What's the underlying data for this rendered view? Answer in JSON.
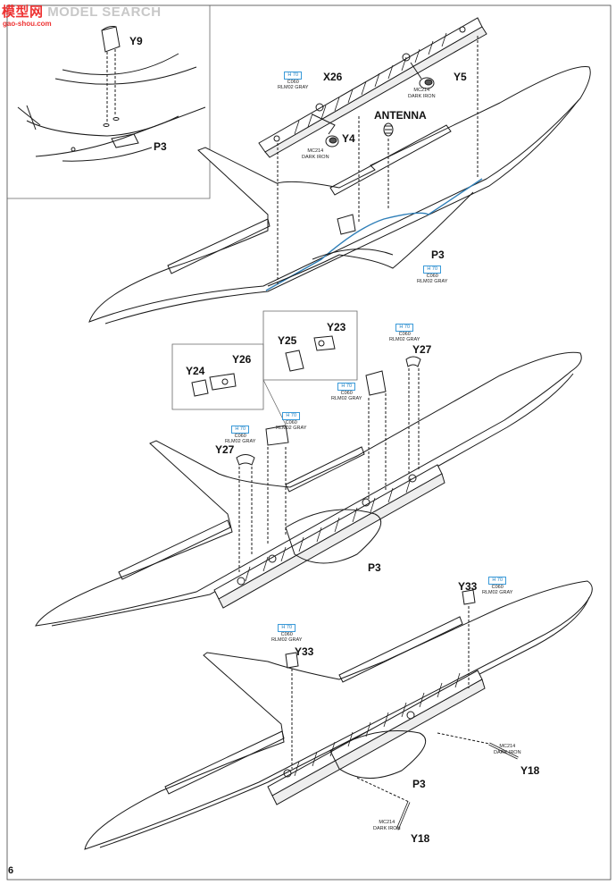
{
  "watermark": {
    "brand": "模型网",
    "text": "MODEL SEARCH",
    "url": "gao-shou.com"
  },
  "page_number": "6",
  "part_labels": {
    "y9": "Y9",
    "p3_inset": "P3",
    "x26": "X26",
    "y5": "Y5",
    "antenna": "ANTENNA",
    "y4": "Y4",
    "p3_a": "P3",
    "y23": "Y23",
    "y25": "Y25",
    "y24": "Y24",
    "y26": "Y26",
    "y27_right": "Y27",
    "y27_left": "Y27",
    "p3_b": "P3",
    "y33_right": "Y33",
    "y33_left": "Y33",
    "y18_right": "Y18",
    "p3_c": "P3",
    "y18_bottom": "Y18"
  },
  "paint_callouts": {
    "c1": {
      "code": "H 70",
      "l1": "C060",
      "l2": "RLM02 GRAY"
    },
    "c2": {
      "code": "",
      "l1": "MC214",
      "l2": "DARK IRON"
    },
    "c3": {
      "code": "",
      "l1": "MC214",
      "l2": "DARK IRON"
    },
    "c4": {
      "code": "H 70",
      "l1": "C060",
      "l2": "RLM02 GRAY"
    },
    "c5": {
      "code": "H 70",
      "l1": "C060",
      "l2": "RLM02 GRAY"
    },
    "c6": {
      "code": "H 70",
      "l1": "C060",
      "l2": "RLM02 GRAY"
    },
    "c7": {
      "code": "H 70",
      "l1": "C060",
      "l2": "RLM02 GRAY"
    },
    "c8": {
      "code": "H 70",
      "l1": "C060",
      "l2": "RLM02 GRAY"
    },
    "c9": {
      "code": "H 70",
      "l1": "C060",
      "l2": "RLM02 GRAY"
    },
    "c10": {
      "code": "H 70",
      "l1": "C060",
      "l2": "RLM02 GRAY"
    },
    "c11": {
      "code": "",
      "l1": "MC214",
      "l2": "DARK IRON"
    },
    "c12": {
      "code": "",
      "l1": "MC214",
      "l2": "DARK IRON"
    }
  },
  "colors": {
    "ink": "#1a1a1a",
    "paint_box": "#3a9ad9",
    "highlight_line": "#2f7fb8",
    "watermark_red": "#e33333"
  }
}
